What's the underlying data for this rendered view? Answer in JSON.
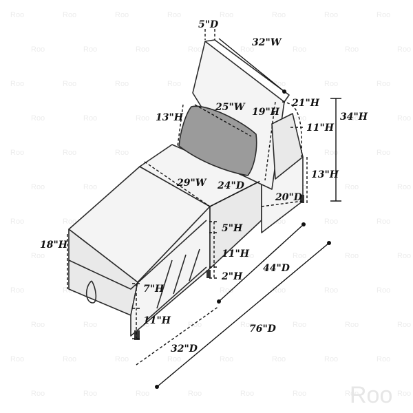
{
  "watermark": {
    "small_text": "Roo",
    "brand_text": "Roo"
  },
  "dimensions": {
    "backrest_depth": "5\"D",
    "backrest_width": "32\"W",
    "pillow_height_left": "13\"H",
    "pillow_width": "25\"W",
    "pillow_height_right": "19\"H",
    "arm_top_height": "21\"H",
    "arm_height": "11\"H",
    "total_height": "34\"H",
    "seat_width": "29\"W",
    "seat_depth": "24\"D",
    "seat_height": "13\"H",
    "arm_depth": "20\"D",
    "ottoman_height": "18\"H",
    "cushion_thickness": "5\"H",
    "frame_height": "11\"H",
    "leg_height": "2\"H",
    "sofa_depth": "44\"D",
    "drawer_height": "7\"H",
    "base_height": "11\"H",
    "ottoman_depth": "32\"D",
    "total_depth": "76\"D"
  },
  "colors": {
    "line": "#2a2a2a",
    "pillow": "#9b9b9b",
    "face": "#f4f4f4",
    "watermark": "#ececec"
  }
}
